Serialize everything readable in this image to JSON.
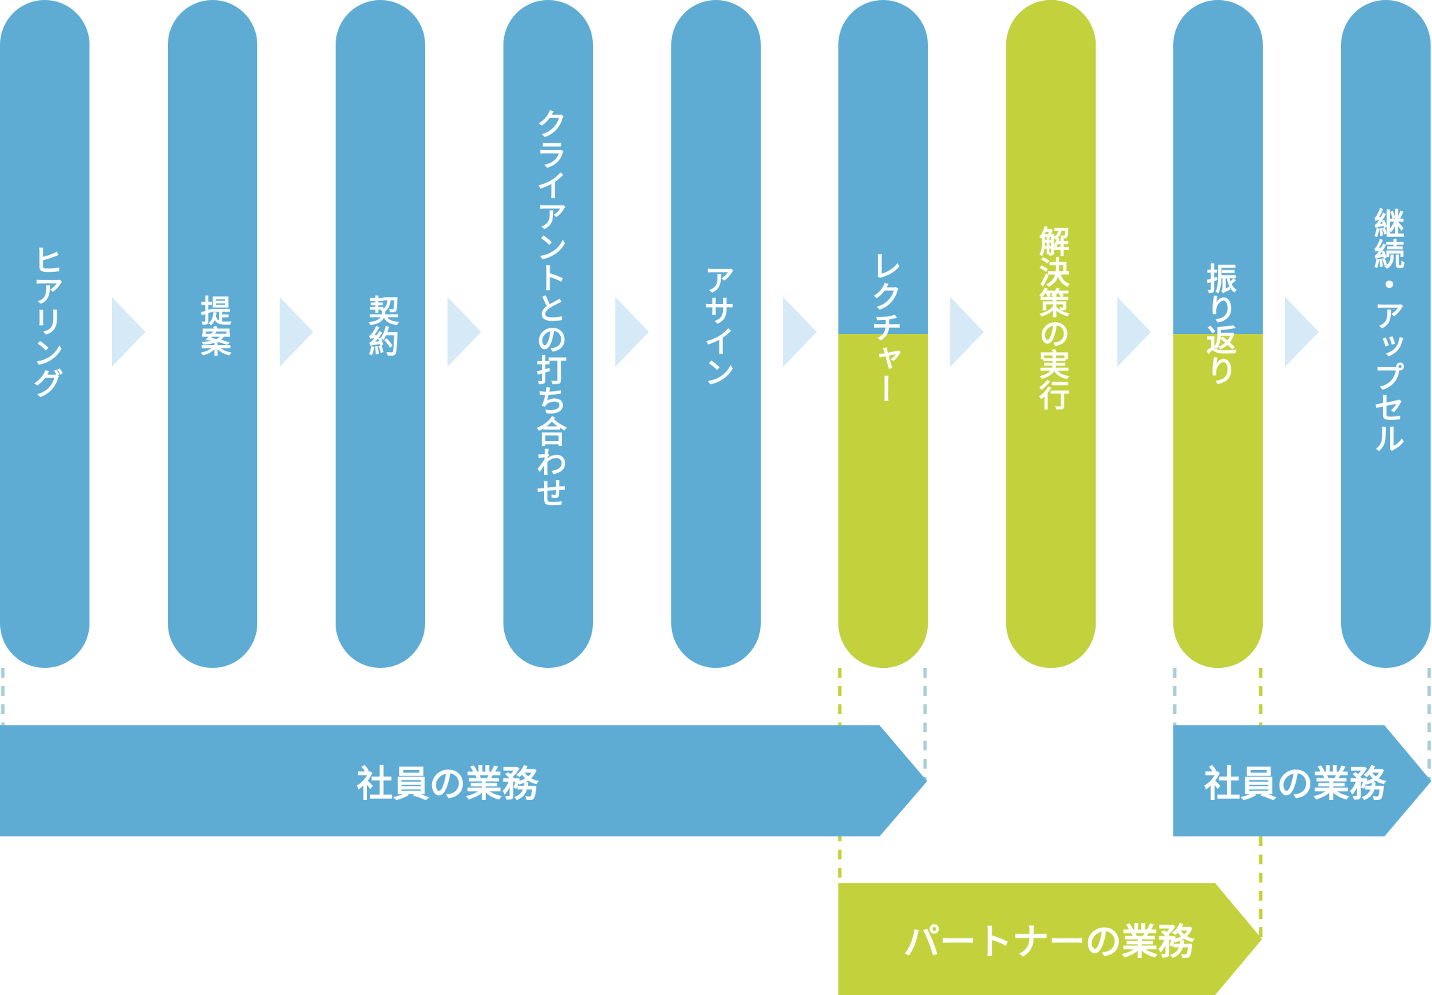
{
  "colors": {
    "blue": "#5eacd4",
    "green": "#c3d23c",
    "arrow": "#d5eaf6",
    "dash_blue": "#a9cfd6",
    "dash_green": "#c3d23c",
    "text": "#ffffff"
  },
  "steps": [
    {
      "label": "ヒアリング",
      "fill": "blue",
      "green_fraction": 0
    },
    {
      "label": "提案",
      "fill": "blue",
      "green_fraction": 0
    },
    {
      "label": "契約",
      "fill": "blue",
      "green_fraction": 0
    },
    {
      "label": "クライアントとの打ち合わせ",
      "fill": "blue",
      "green_fraction": 0
    },
    {
      "label": "アサイン",
      "fill": "blue",
      "green_fraction": 0
    },
    {
      "label": "レクチャー",
      "fill": "split",
      "green_fraction": 0.5
    },
    {
      "label": "解決策の実行",
      "fill": "green",
      "green_fraction": 1
    },
    {
      "label": "振り返り",
      "fill": "split",
      "green_fraction": 0.5
    },
    {
      "label": "継続・アップセル",
      "fill": "blue",
      "green_fraction": 0
    }
  ],
  "bands": [
    {
      "label": "社員の業務",
      "color": "blue"
    },
    {
      "label": "社員の業務",
      "color": "blue"
    },
    {
      "label": "パートナーの業務",
      "color": "green"
    }
  ]
}
